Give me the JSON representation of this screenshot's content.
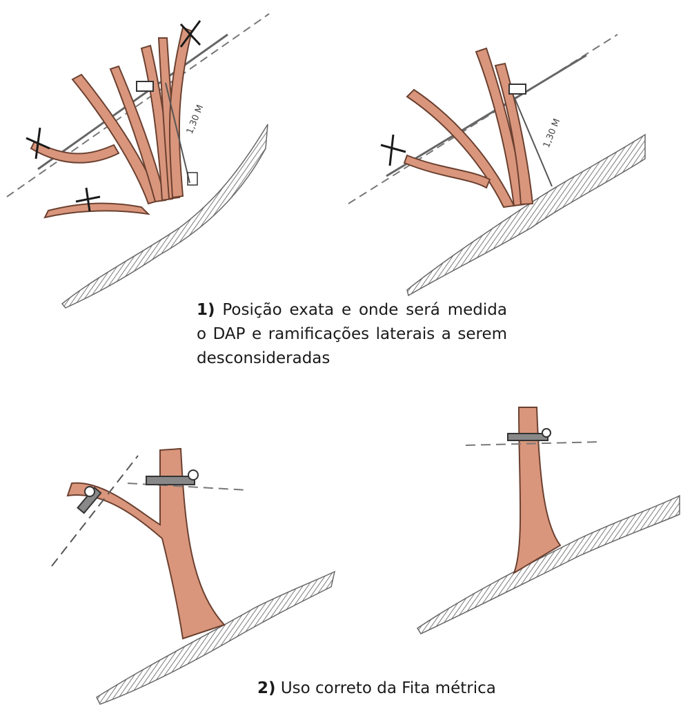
{
  "captions": {
    "first": {
      "number": "1)",
      "text": "Posição exata e onde será medida o DAP e ramificações laterais a serem desconsideradas"
    },
    "second": {
      "number": "2)",
      "text": "Uso correto da Fita métrica"
    }
  },
  "measure_labels": {
    "left_tree": "1,30 M",
    "right_tree": "1,30 M"
  },
  "colors": {
    "trunk": "#d9967c",
    "trunk_outline": "#6b4030",
    "ground": "#8a8a8a",
    "line": "#707070",
    "cross": "#1a1a1a"
  }
}
